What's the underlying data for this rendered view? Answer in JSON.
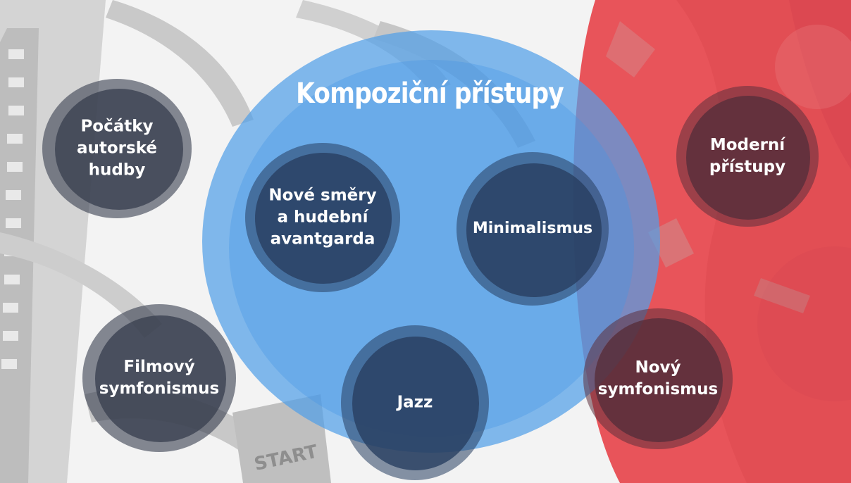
{
  "title": "Kompoziční přístupy",
  "nodes": {
    "pocatky": "Počátky\nautorské\nhudby",
    "nove_smery": "Nové směry\na hudební\navantgarda",
    "minimalismus": "Minimalismus",
    "moderni": "Moderní\npřístupy",
    "filmovy": "Filmový\nsymfonismus",
    "jazz": "Jazz",
    "novy_symfonismus": "Nový\nsymfonismus"
  },
  "background_text": "START",
  "colors": {
    "central_circle": "#52a0e8",
    "red_band": "#e8545a",
    "node_slate": "#3a4050",
    "node_navy": "#283e60",
    "node_maroon": "#582e3a"
  }
}
